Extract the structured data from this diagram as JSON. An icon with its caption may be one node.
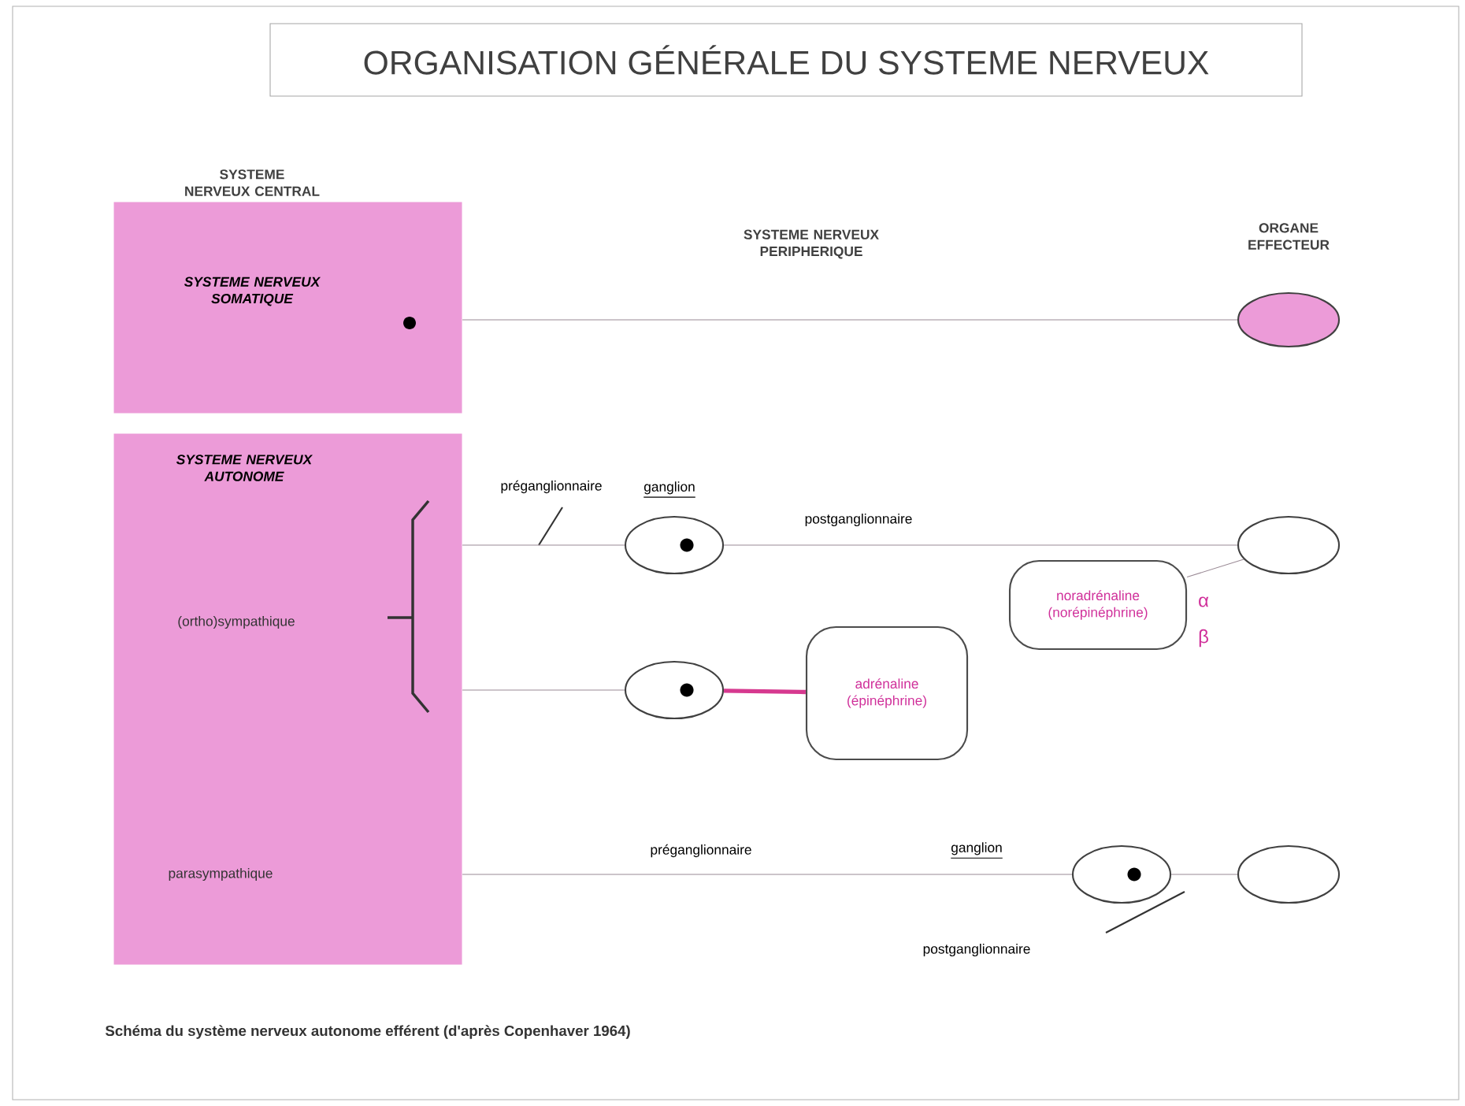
{
  "diagram": {
    "title": "ORGANISATION GÉNÉRALE DU SYSTEME NERVEUX",
    "caption": "Schéma du système nerveux autonome efférent (d'après Copenhaver 1964)",
    "nodes": [
      {
        "text": [
          "SYSTEME NERVEUX SOMATIQUE"
        ]
      },
      {
        "text": [
          "SYSTEME NERVEUX AUTONOME",
          "(ortho)sympathique",
          "parasympathique"
        ]
      },
      {
        "text": [],
        "shape": "ellipse"
      },
      {
        "text": [],
        "shape": "ellipse"
      },
      {
        "text": [],
        "shape": "ellipse"
      },
      {
        "text": [
          "noradrénaline (norépinéphrine)"
        ]
      },
      {
        "text": [],
        "shape": "ellipse"
      },
      {
        "text": [
          "adrénaline (épinéphrine)"
        ]
      },
      {
        "text": [],
        "shape": "ellipse"
      },
      {
        "text": [],
        "shape": "ellipse"
      }
    ],
    "edges": [
      {
        "from": 0,
        "to": 2,
        "arrow": "none"
      },
      {
        "from": 1,
        "to": 3,
        "arrow": "none"
      },
      {
        "from": 3,
        "to": 4,
        "arrow": "none"
      },
      {
        "from": 5,
        "to": 4,
        "arrow": "none"
      },
      {
        "from": 1,
        "to": 6,
        "arrow": "none"
      },
      {
        "from": 6,
        "to": 7,
        "arrow": "none",
        "style": "thick",
        "color": "#d6398f"
      },
      {
        "from": 1,
        "to": 8,
        "arrow": "none"
      },
      {
        "from": 8,
        "to": 9,
        "arrow": "none"
      }
    ],
    "labels": [
      "SYSTEME NERVEUX CENTRAL",
      "SYSTEME NERVEUX PERIPHERIQUE",
      "ORGANE EFFECTEUR",
      "préganglionnaire",
      "ganglion",
      "postganglionnaire",
      "α",
      "β",
      "préganglionnaire",
      "ganglion",
      "postganglionnaire"
    ]
  }
}
